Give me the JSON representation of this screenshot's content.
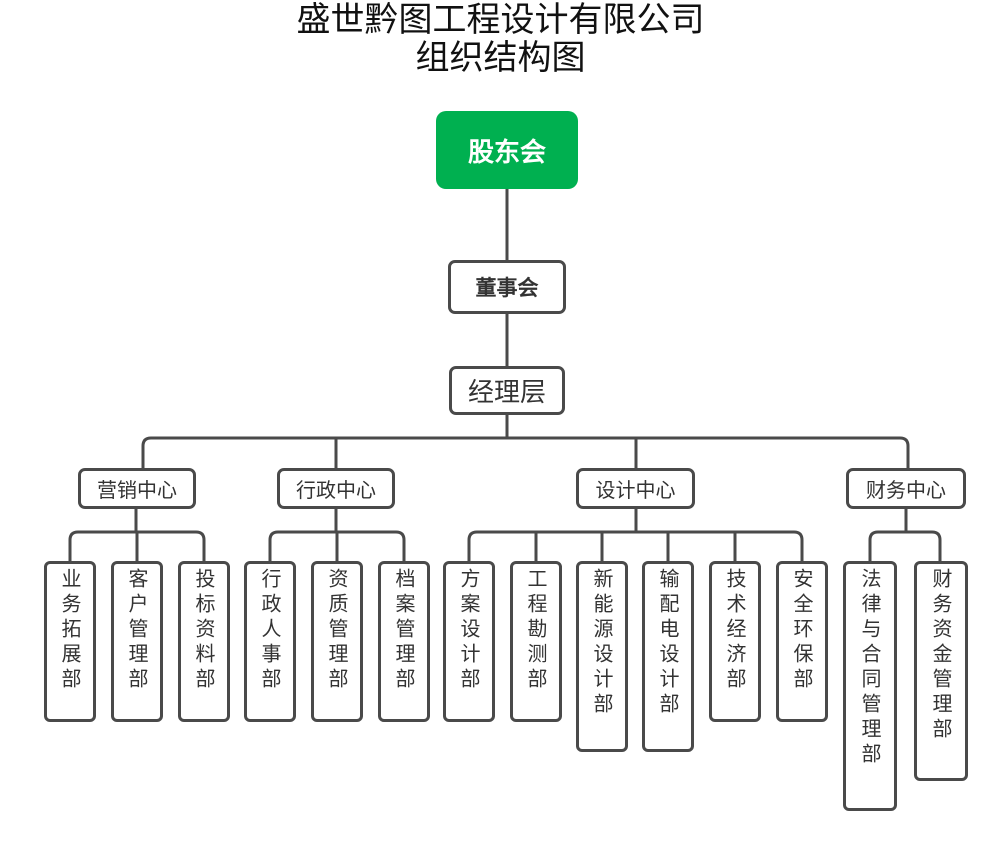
{
  "title": {
    "line1": "盛世黔图工程设计有限公司",
    "line2": "组织结构图"
  },
  "org": {
    "root": "股东会",
    "board": "董事会",
    "management": "经理层",
    "centers": [
      {
        "name": "营销中心",
        "departments": [
          "业务拓展部",
          "客户管理部",
          "投标资料部"
        ]
      },
      {
        "name": "行政中心",
        "departments": [
          "行政人事部",
          "资质管理部",
          "档案管理部"
        ]
      },
      {
        "name": "设计中心",
        "departments": [
          "方案设计部",
          "工程勘测部",
          "新能源设计部",
          "输配电设计部",
          "技术经济部",
          "安全环保部"
        ]
      },
      {
        "name": "财务中心",
        "departments": [
          "法律与合同管理部",
          "财务资金管理部"
        ]
      }
    ]
  },
  "colors": {
    "root_fill": "#00b050",
    "line": "#4a4a4a",
    "text": "#333333"
  }
}
